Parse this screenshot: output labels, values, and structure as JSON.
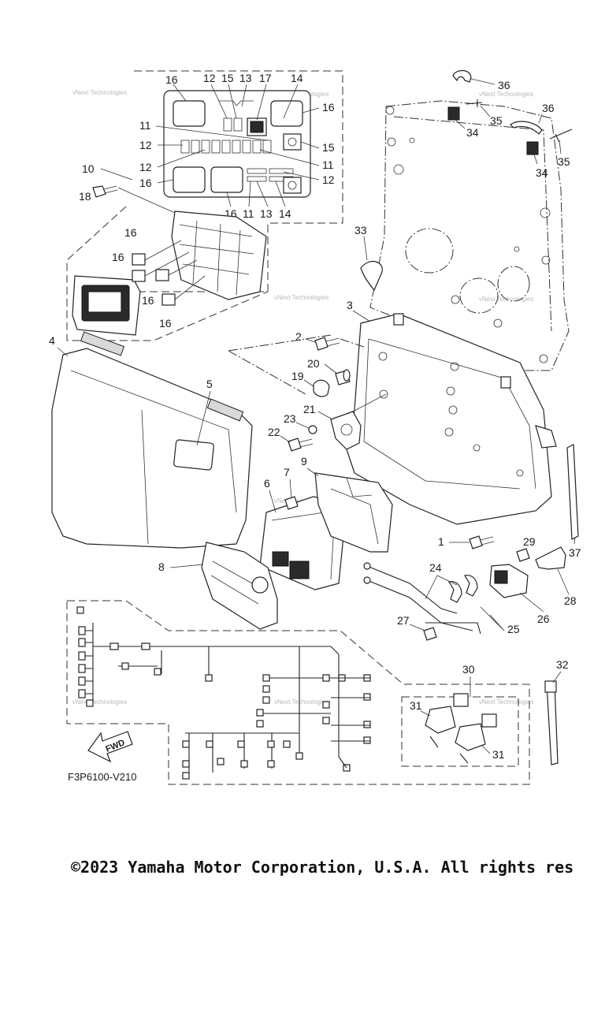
{
  "diagram_code": "F3P6100-V210",
  "copyright": "©2023 Yamaha Motor Corporation, U.S.A. All rights res",
  "watermark": "vNext Technologies",
  "fwd_label": "FWD",
  "callouts": [
    "1",
    "2",
    "3",
    "4",
    "5",
    "6",
    "7",
    "8",
    "9",
    "10",
    "11",
    "12",
    "13",
    "14",
    "15",
    "16",
    "17",
    "18",
    "19",
    "20",
    "21",
    "22",
    "23",
    "24",
    "25",
    "26",
    "27",
    "28",
    "29",
    "30",
    "31",
    "32",
    "33",
    "34",
    "35",
    "36",
    "37"
  ],
  "fusebox_labels": [
    "16",
    "12",
    "15",
    "13",
    "17",
    "14",
    "16",
    "11",
    "12",
    "15",
    "12",
    "11",
    "16",
    "12",
    "16",
    "11",
    "13",
    "14"
  ]
}
